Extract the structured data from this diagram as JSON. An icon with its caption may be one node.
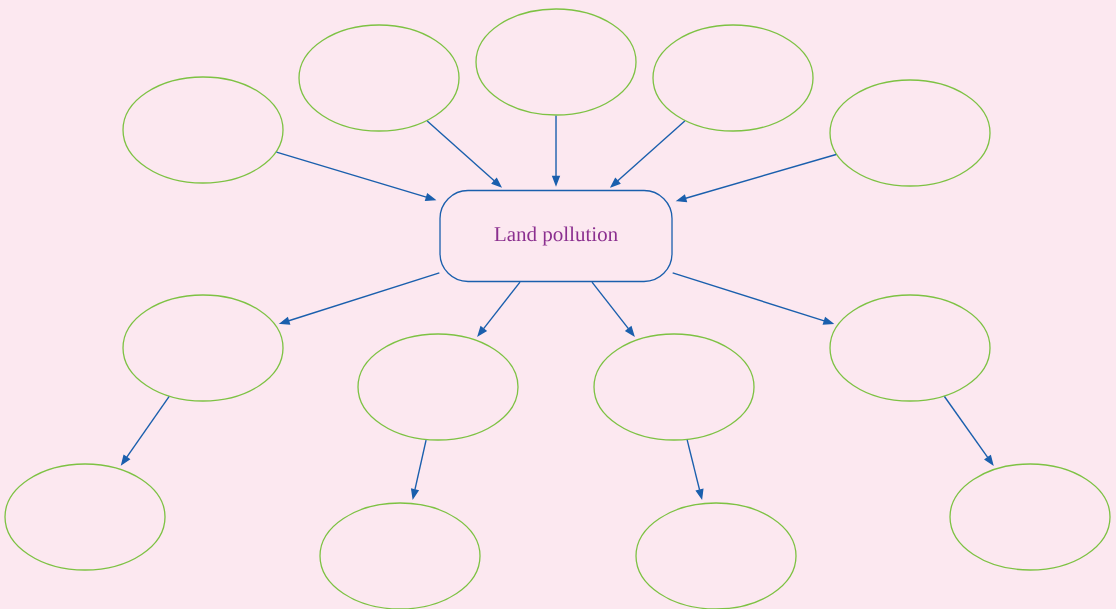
{
  "diagram": {
    "nodes": [
      {
        "text": [
          "Land pollution"
        ]
      },
      {
        "text": [],
        "shape": "ellipse"
      },
      {
        "text": [],
        "shape": "ellipse"
      },
      {
        "text": [],
        "shape": "ellipse"
      },
      {
        "text": [],
        "shape": "ellipse"
      },
      {
        "text": [],
        "shape": "ellipse"
      },
      {
        "text": [],
        "shape": "ellipse"
      },
      {
        "text": [],
        "shape": "ellipse"
      },
      {
        "text": [],
        "shape": "ellipse"
      },
      {
        "text": [],
        "shape": "ellipse"
      },
      {
        "text": [],
        "shape": "ellipse"
      },
      {
        "text": [],
        "shape": "ellipse"
      },
      {
        "text": [],
        "shape": "ellipse"
      },
      {
        "text": [],
        "shape": "ellipse"
      }
    ],
    "edges": [
      {
        "from": 1,
        "to": 0,
        "arrow": "to"
      },
      {
        "from": 2,
        "to": 0,
        "arrow": "to"
      },
      {
        "from": 3,
        "to": 0,
        "arrow": "to"
      },
      {
        "from": 4,
        "to": 0,
        "arrow": "to"
      },
      {
        "from": 5,
        "to": 0,
        "arrow": "to"
      },
      {
        "from": 0,
        "to": 6,
        "arrow": "to"
      },
      {
        "from": 0,
        "to": 7,
        "arrow": "to"
      },
      {
        "from": 0,
        "to": 8,
        "arrow": "to"
      },
      {
        "from": 0,
        "to": 9,
        "arrow": "to"
      },
      {
        "from": 6,
        "to": 10,
        "arrow": "to"
      },
      {
        "from": 7,
        "to": 11,
        "arrow": "to"
      },
      {
        "from": 8,
        "to": 12,
        "arrow": "to"
      },
      {
        "from": 9,
        "to": 13,
        "arrow": "to"
      }
    ]
  }
}
